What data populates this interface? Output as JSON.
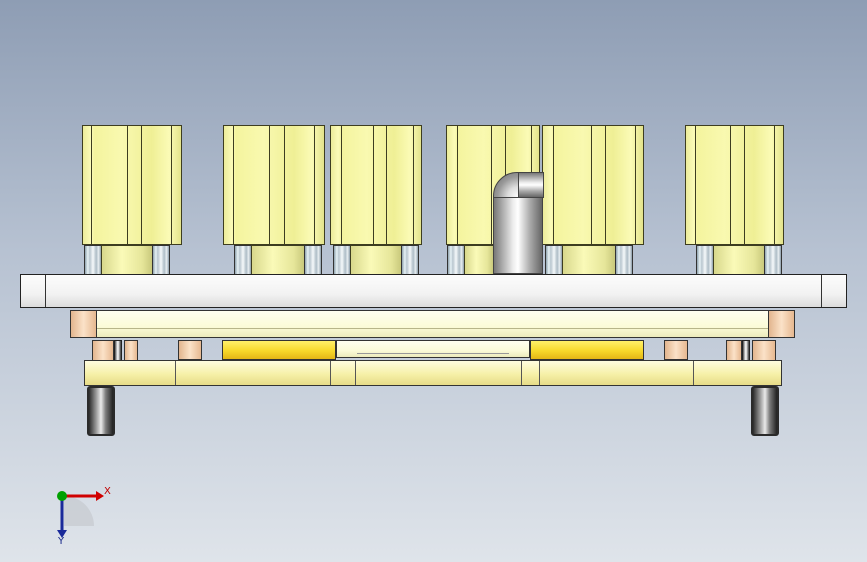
{
  "viewport": {
    "background_top": "#8e9db4",
    "background_bottom": "#dfe4ea"
  },
  "triad": {
    "x_label": "X",
    "y_label": "Y",
    "x_color": "#d00000",
    "y_color": "#1a2a9a",
    "z_color": "#00a000"
  },
  "assembly": {
    "cylinder_count": 6,
    "part_colors": {
      "cylinder": "#f9f9b0",
      "plate": "#f2f2f2",
      "gold_block": "#f7d82a",
      "collar": "#b8c6cf"
    }
  }
}
